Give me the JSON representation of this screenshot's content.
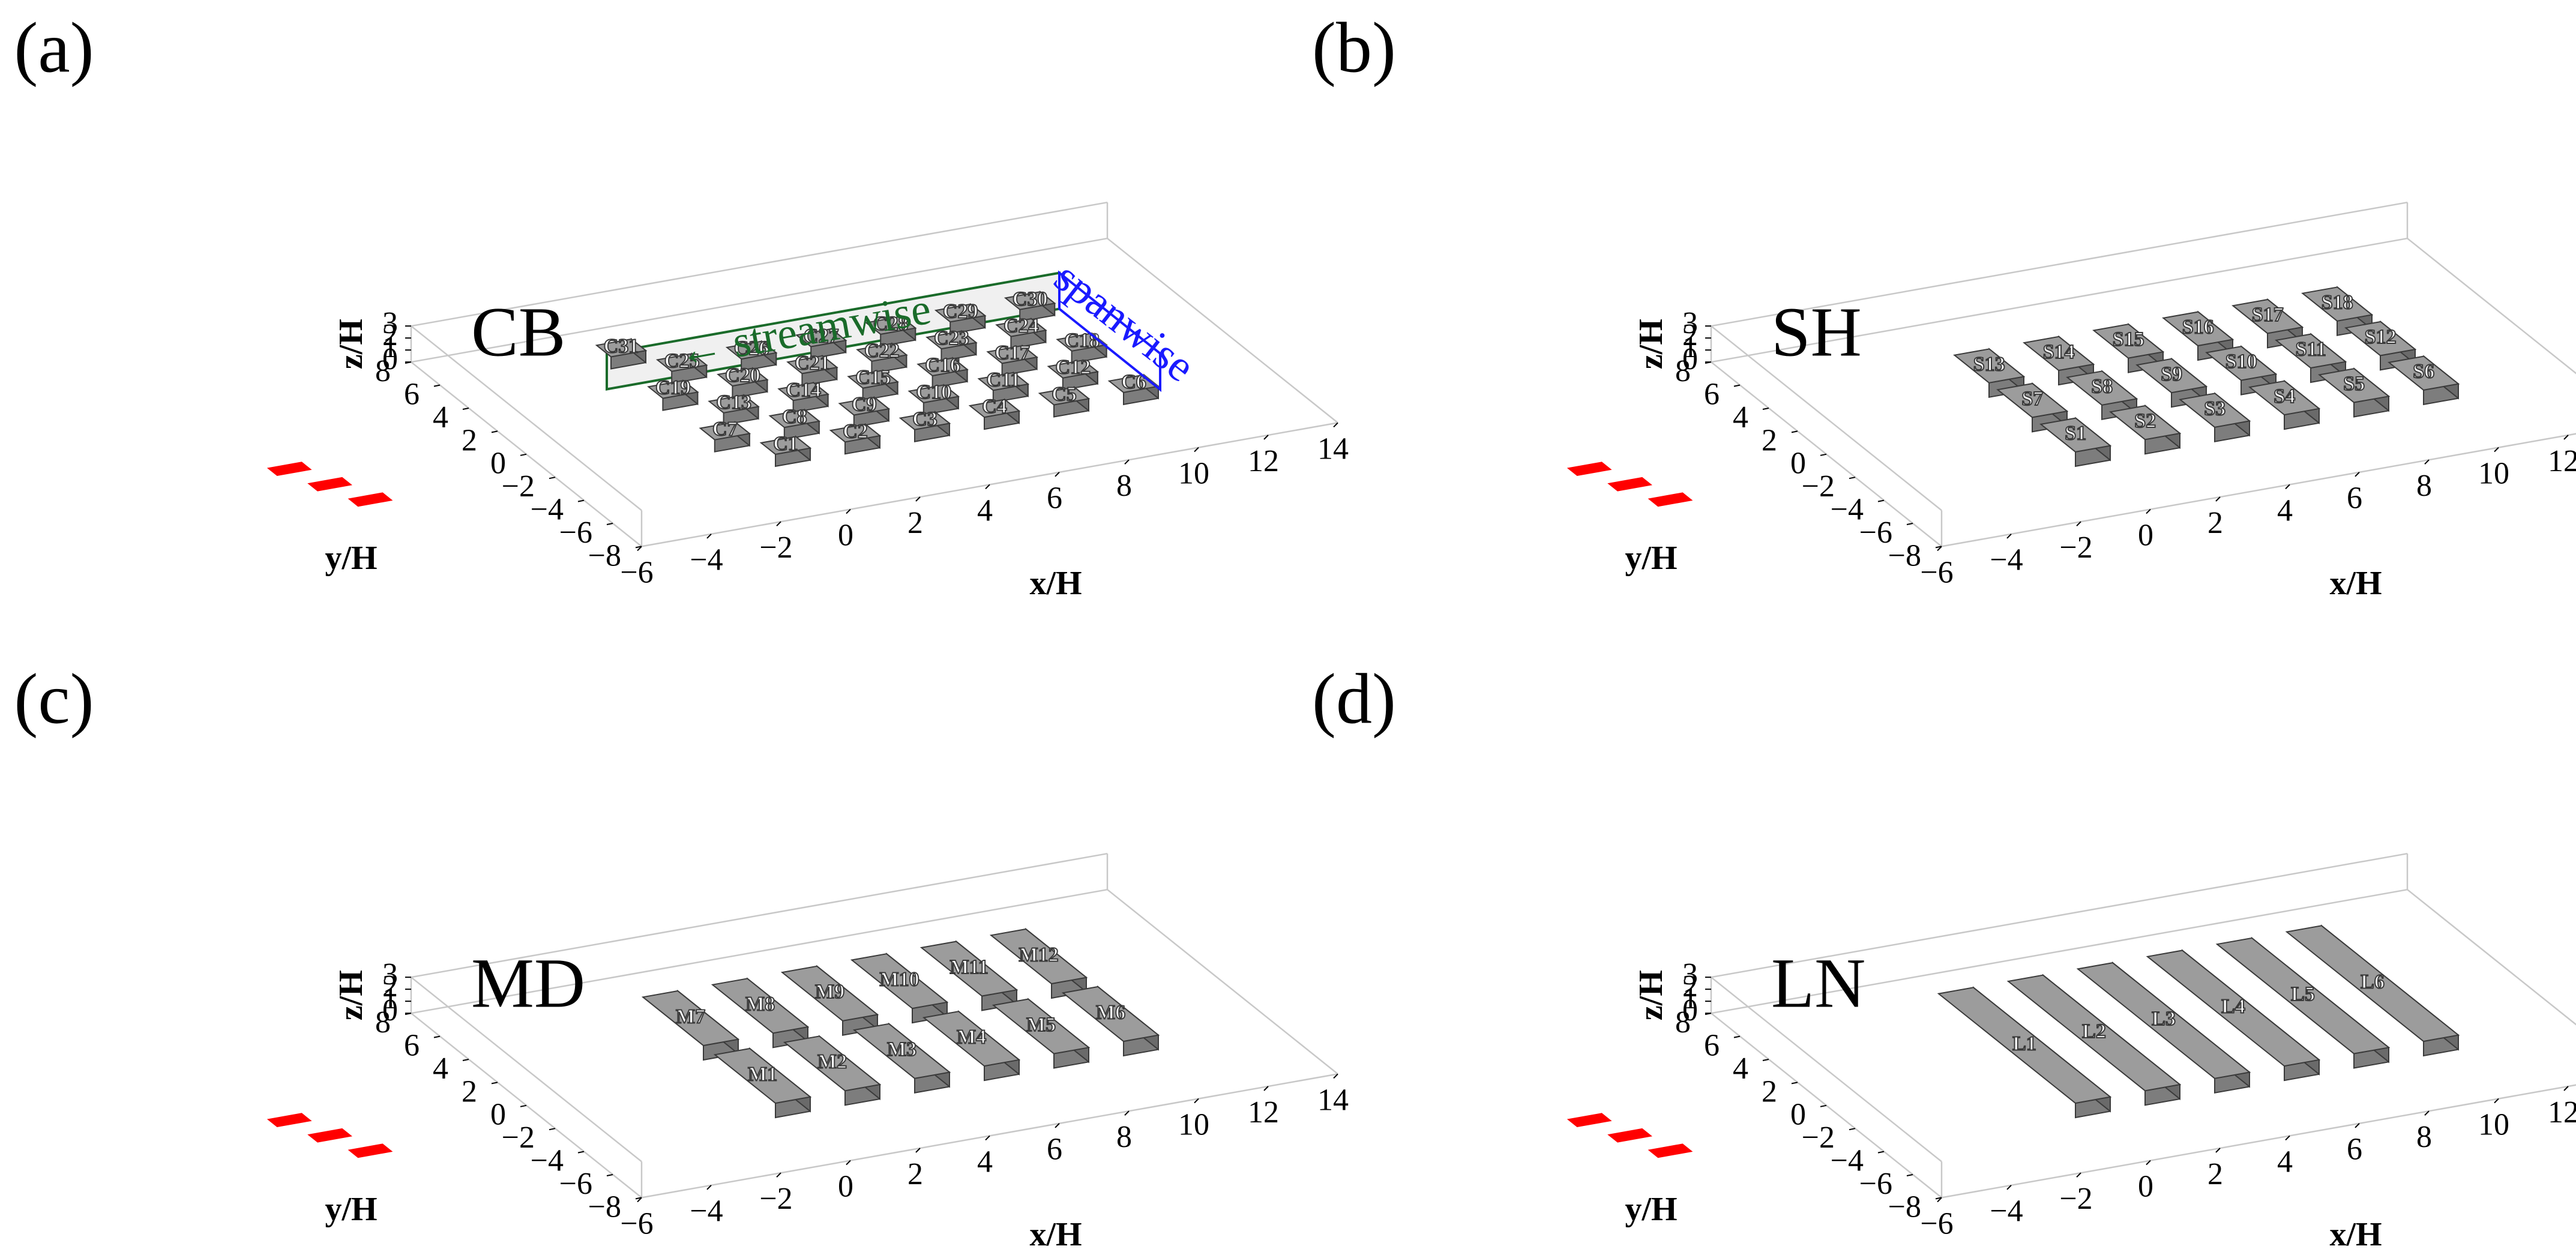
{
  "axes": {
    "x_label": "x/H",
    "y_label": "y/H",
    "z_label": "z/H",
    "x_ticks": [
      "−6",
      "−4",
      "−2",
      "0",
      "2",
      "4",
      "6",
      "8",
      "10",
      "12",
      "14"
    ],
    "y_ticks": [
      "−8",
      "−6",
      "−4",
      "−2",
      "0",
      "2",
      "4",
      "6",
      "8"
    ],
    "z_ticks": [
      "0",
      "1",
      "2",
      "3"
    ]
  },
  "panels": [
    {
      "panel_label": "(a)",
      "layout_name": "CB",
      "blocks": [
        "C1",
        "C2",
        "C3",
        "C4",
        "C5",
        "C6",
        "C7",
        "C8",
        "C9",
        "C10",
        "C11",
        "C12",
        "C13",
        "C14",
        "C15",
        "C16",
        "C17",
        "C18",
        "C19",
        "C20",
        "C21",
        "C22",
        "C23",
        "C24",
        "C25",
        "C26",
        "C27",
        "C28",
        "C29",
        "C30",
        "C31"
      ],
      "annotations": {
        "streamwise": "← streamwise",
        "spanwise": "spanwise"
      }
    },
    {
      "panel_label": "(b)",
      "layout_name": "SH",
      "blocks": [
        "S1",
        "S2",
        "S3",
        "S4",
        "S5",
        "S6",
        "S7",
        "S8",
        "S9",
        "S10",
        "S11",
        "S12",
        "S13",
        "S14",
        "S15",
        "S16",
        "S17",
        "S18"
      ]
    },
    {
      "panel_label": "(c)",
      "layout_name": "MD",
      "blocks": [
        "M1",
        "M2",
        "M3",
        "M4",
        "M5",
        "M6",
        "M7",
        "M8",
        "M9",
        "M10",
        "M11",
        "M12"
      ]
    },
    {
      "panel_label": "(d)",
      "layout_name": "LN",
      "blocks": [
        "L1",
        "L2",
        "L3",
        "L4",
        "L5",
        "L6"
      ]
    }
  ],
  "colors": {
    "block_top": "#9c9c9c",
    "block_front": "#7d7d7d",
    "block_side": "#6a6a6a",
    "block_edge": "#3a3a3a",
    "red_marker": "#ff0000",
    "box_line": "#c8c8c8",
    "streamwise": "#1a6b2a",
    "spanwise": "#1a1aff"
  }
}
